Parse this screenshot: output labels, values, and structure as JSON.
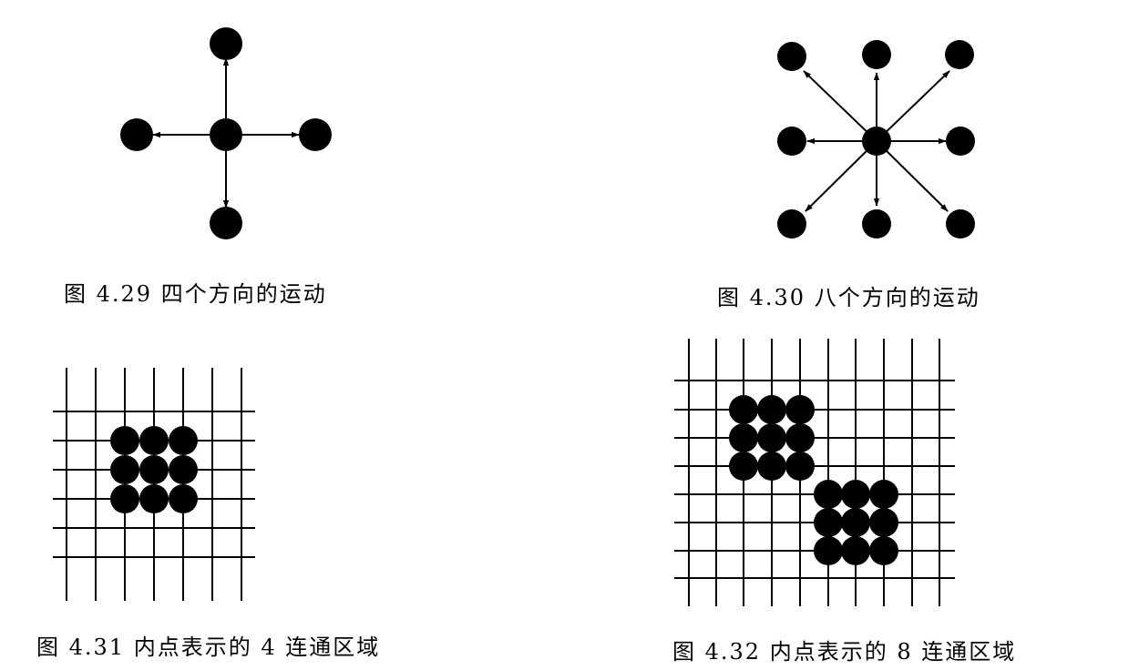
{
  "figures": [
    {
      "id": "fig-4-29",
      "caption": "图 4.29  四个方向的运动"
    },
    {
      "id": "fig-4-30",
      "caption": "图 4.30  八个方向的运动"
    },
    {
      "id": "fig-4-31",
      "caption": "图 4.31  内点表示的 4 连通区域"
    },
    {
      "id": "fig-4-32",
      "caption": "图 4.32  内点表示的 8 连通区域"
    }
  ]
}
